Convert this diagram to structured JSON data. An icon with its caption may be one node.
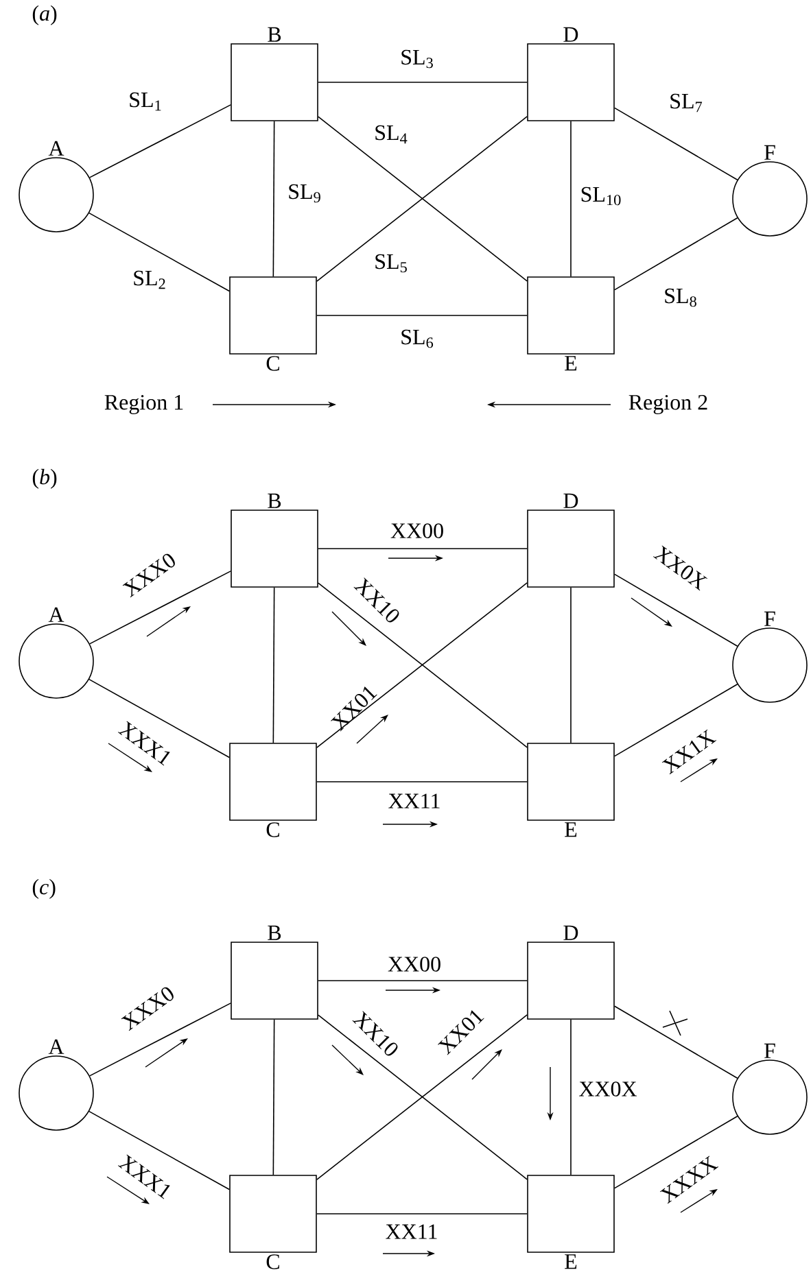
{
  "diagram": {
    "nodes": [
      {
        "text": [
          "A"
        ]
      },
      {
        "text": [
          "B"
        ]
      },
      {
        "text": [
          "C"
        ]
      },
      {
        "text": [
          "D"
        ]
      },
      {
        "text": [
          "E"
        ]
      },
      {
        "text": [
          "F"
        ]
      },
      {
        "text": [
          "A"
        ]
      },
      {
        "text": [
          "B"
        ]
      },
      {
        "text": [
          "C"
        ]
      },
      {
        "text": [
          "D"
        ]
      },
      {
        "text": [
          "E"
        ]
      },
      {
        "text": [
          "F"
        ]
      },
      {
        "text": [
          "A"
        ]
      },
      {
        "text": [
          "B"
        ]
      },
      {
        "text": [
          "C"
        ]
      },
      {
        "text": [
          "D"
        ]
      },
      {
        "text": [
          "E"
        ]
      },
      {
        "text": [
          "F"
        ]
      }
    ],
    "edges": [
      {
        "from": 0,
        "to": 1,
        "arrow": "none",
        "label": "SL$_{1}$"
      },
      {
        "from": 0,
        "to": 2,
        "arrow": "none",
        "label": "SL$_{2}$"
      },
      {
        "from": 1,
        "to": 3,
        "arrow": "none",
        "label": "SL$_{3}$"
      },
      {
        "from": 1,
        "to": 4,
        "arrow": "none",
        "label": "SL$_{4}$"
      },
      {
        "from": 2,
        "to": 3,
        "arrow": "none",
        "label": "SL$_{5}$"
      },
      {
        "from": 2,
        "to": 4,
        "arrow": "none",
        "label": "SL$_{6}$"
      },
      {
        "from": 3,
        "to": 5,
        "arrow": "none",
        "label": "SL$_{7}$"
      },
      {
        "from": 4,
        "to": 5,
        "arrow": "none",
        "label": "SL$_{8}$"
      },
      {
        "from": 1,
        "to": 2,
        "arrow": "none",
        "label": "SL$_{9}$"
      },
      {
        "from": 3,
        "to": 4,
        "arrow": "none",
        "label": "SL$_{10}$"
      },
      {
        "from": 6,
        "to": 7,
        "arrow": "none",
        "label": "XXX0"
      },
      {
        "from": 6,
        "to": 8,
        "arrow": "none",
        "label": "XXX1"
      },
      {
        "from": 7,
        "to": 9,
        "arrow": "none",
        "label": "XX00"
      },
      {
        "from": 7,
        "to": 10,
        "arrow": "none",
        "label": "XX10"
      },
      {
        "from": 8,
        "to": 9,
        "arrow": "none",
        "label": "XX01"
      },
      {
        "from": 8,
        "to": 10,
        "arrow": "none",
        "label": "XX11"
      },
      {
        "from": 9,
        "to": 11,
        "arrow": "none",
        "label": "XX0X"
      },
      {
        "from": 10,
        "to": 11,
        "arrow": "none",
        "label": "XX1X"
      },
      {
        "from": 7,
        "to": 8,
        "arrow": "none"
      },
      {
        "from": 9,
        "to": 10,
        "arrow": "none"
      },
      {
        "from": 12,
        "to": 13,
        "arrow": "none",
        "label": "XXX0"
      },
      {
        "from": 12,
        "to": 14,
        "arrow": "none",
        "label": "XXX1"
      },
      {
        "from": 13,
        "to": 15,
        "arrow": "none",
        "label": "XX00"
      },
      {
        "from": 13,
        "to": 16,
        "arrow": "none",
        "label": "XX10"
      },
      {
        "from": 14,
        "to": 15,
        "arrow": "none",
        "label": "XX01"
      },
      {
        "from": 14,
        "to": 16,
        "arrow": "none",
        "label": "XX11"
      },
      {
        "from": 15,
        "to": 17,
        "arrow": "none"
      },
      {
        "from": 16,
        "to": 17,
        "arrow": "none",
        "label": "XXXX"
      },
      {
        "from": 13,
        "to": 14,
        "arrow": "none"
      },
      {
        "from": 15,
        "to": 16,
        "arrow": "none",
        "label": "XX0X"
      }
    ],
    "labels": [
      "(*a*)",
      "Region 1",
      "Region 2",
      "(*b*)",
      "(*c*)"
    ]
  }
}
